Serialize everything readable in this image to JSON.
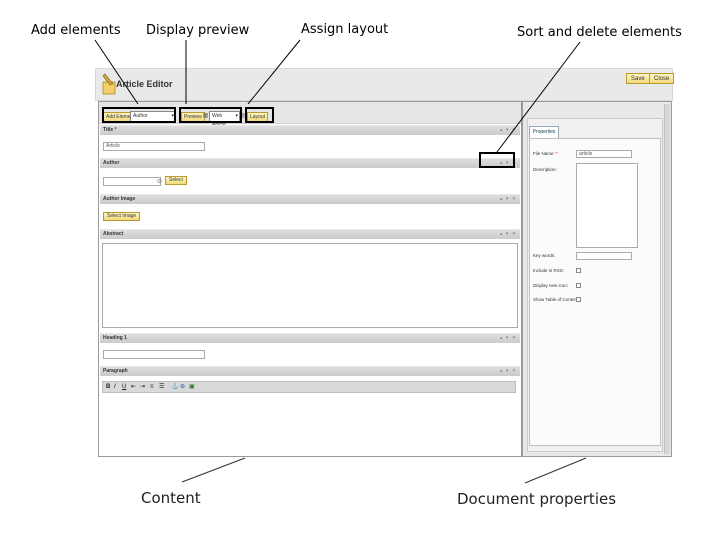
{
  "callouts": {
    "add_elements": "Add elements",
    "display_preview": "Display preview",
    "assign_layout": "Assign layout",
    "sort_delete": "Sort and delete elements",
    "content": "Content",
    "document_properties": "Document properties"
  },
  "app": {
    "title": "Article Editor",
    "save_label": "Save",
    "close_label": "Close"
  },
  "toolbar": {
    "add_element_label": "Add Element",
    "element_select_value": "Author",
    "preview_label": "Preview",
    "layout_select_value": "Web Article",
    "layout_label": "Layout"
  },
  "sections": {
    "title": {
      "label": "Title",
      "required_mark": "*",
      "value": "Article"
    },
    "author": {
      "label": "Author",
      "select_label": "Select"
    },
    "author_image": {
      "label": "Author Image",
      "select_image_label": "Select Image"
    },
    "abstract": {
      "label": "Abstract"
    },
    "heading": {
      "label": "Heading 1"
    },
    "paragraph": {
      "label": "Paragraph"
    }
  },
  "section_controls": "▴ ▾ ✕",
  "rte_icons": [
    "B",
    "I",
    "U",
    "⇤",
    "⇥",
    "≡",
    "☰",
    "⚓",
    "⊕",
    "▣"
  ],
  "properties": {
    "tab_label": "Properties",
    "file_name_label": "File Name:",
    "file_name_required": "*",
    "file_name_value": "article",
    "description_label": "Description:",
    "keywords_label": "Key words:",
    "include_rss_label": "Include in RSS:",
    "new_icon_label": "Display new icon:",
    "toc_label": "Show Table of Content:"
  },
  "colors": {
    "button_fill": "#f2d97a",
    "button_border": "#b89b2b",
    "section_bar": "#cbcbcb",
    "panel_border": "#9a9a9a"
  }
}
